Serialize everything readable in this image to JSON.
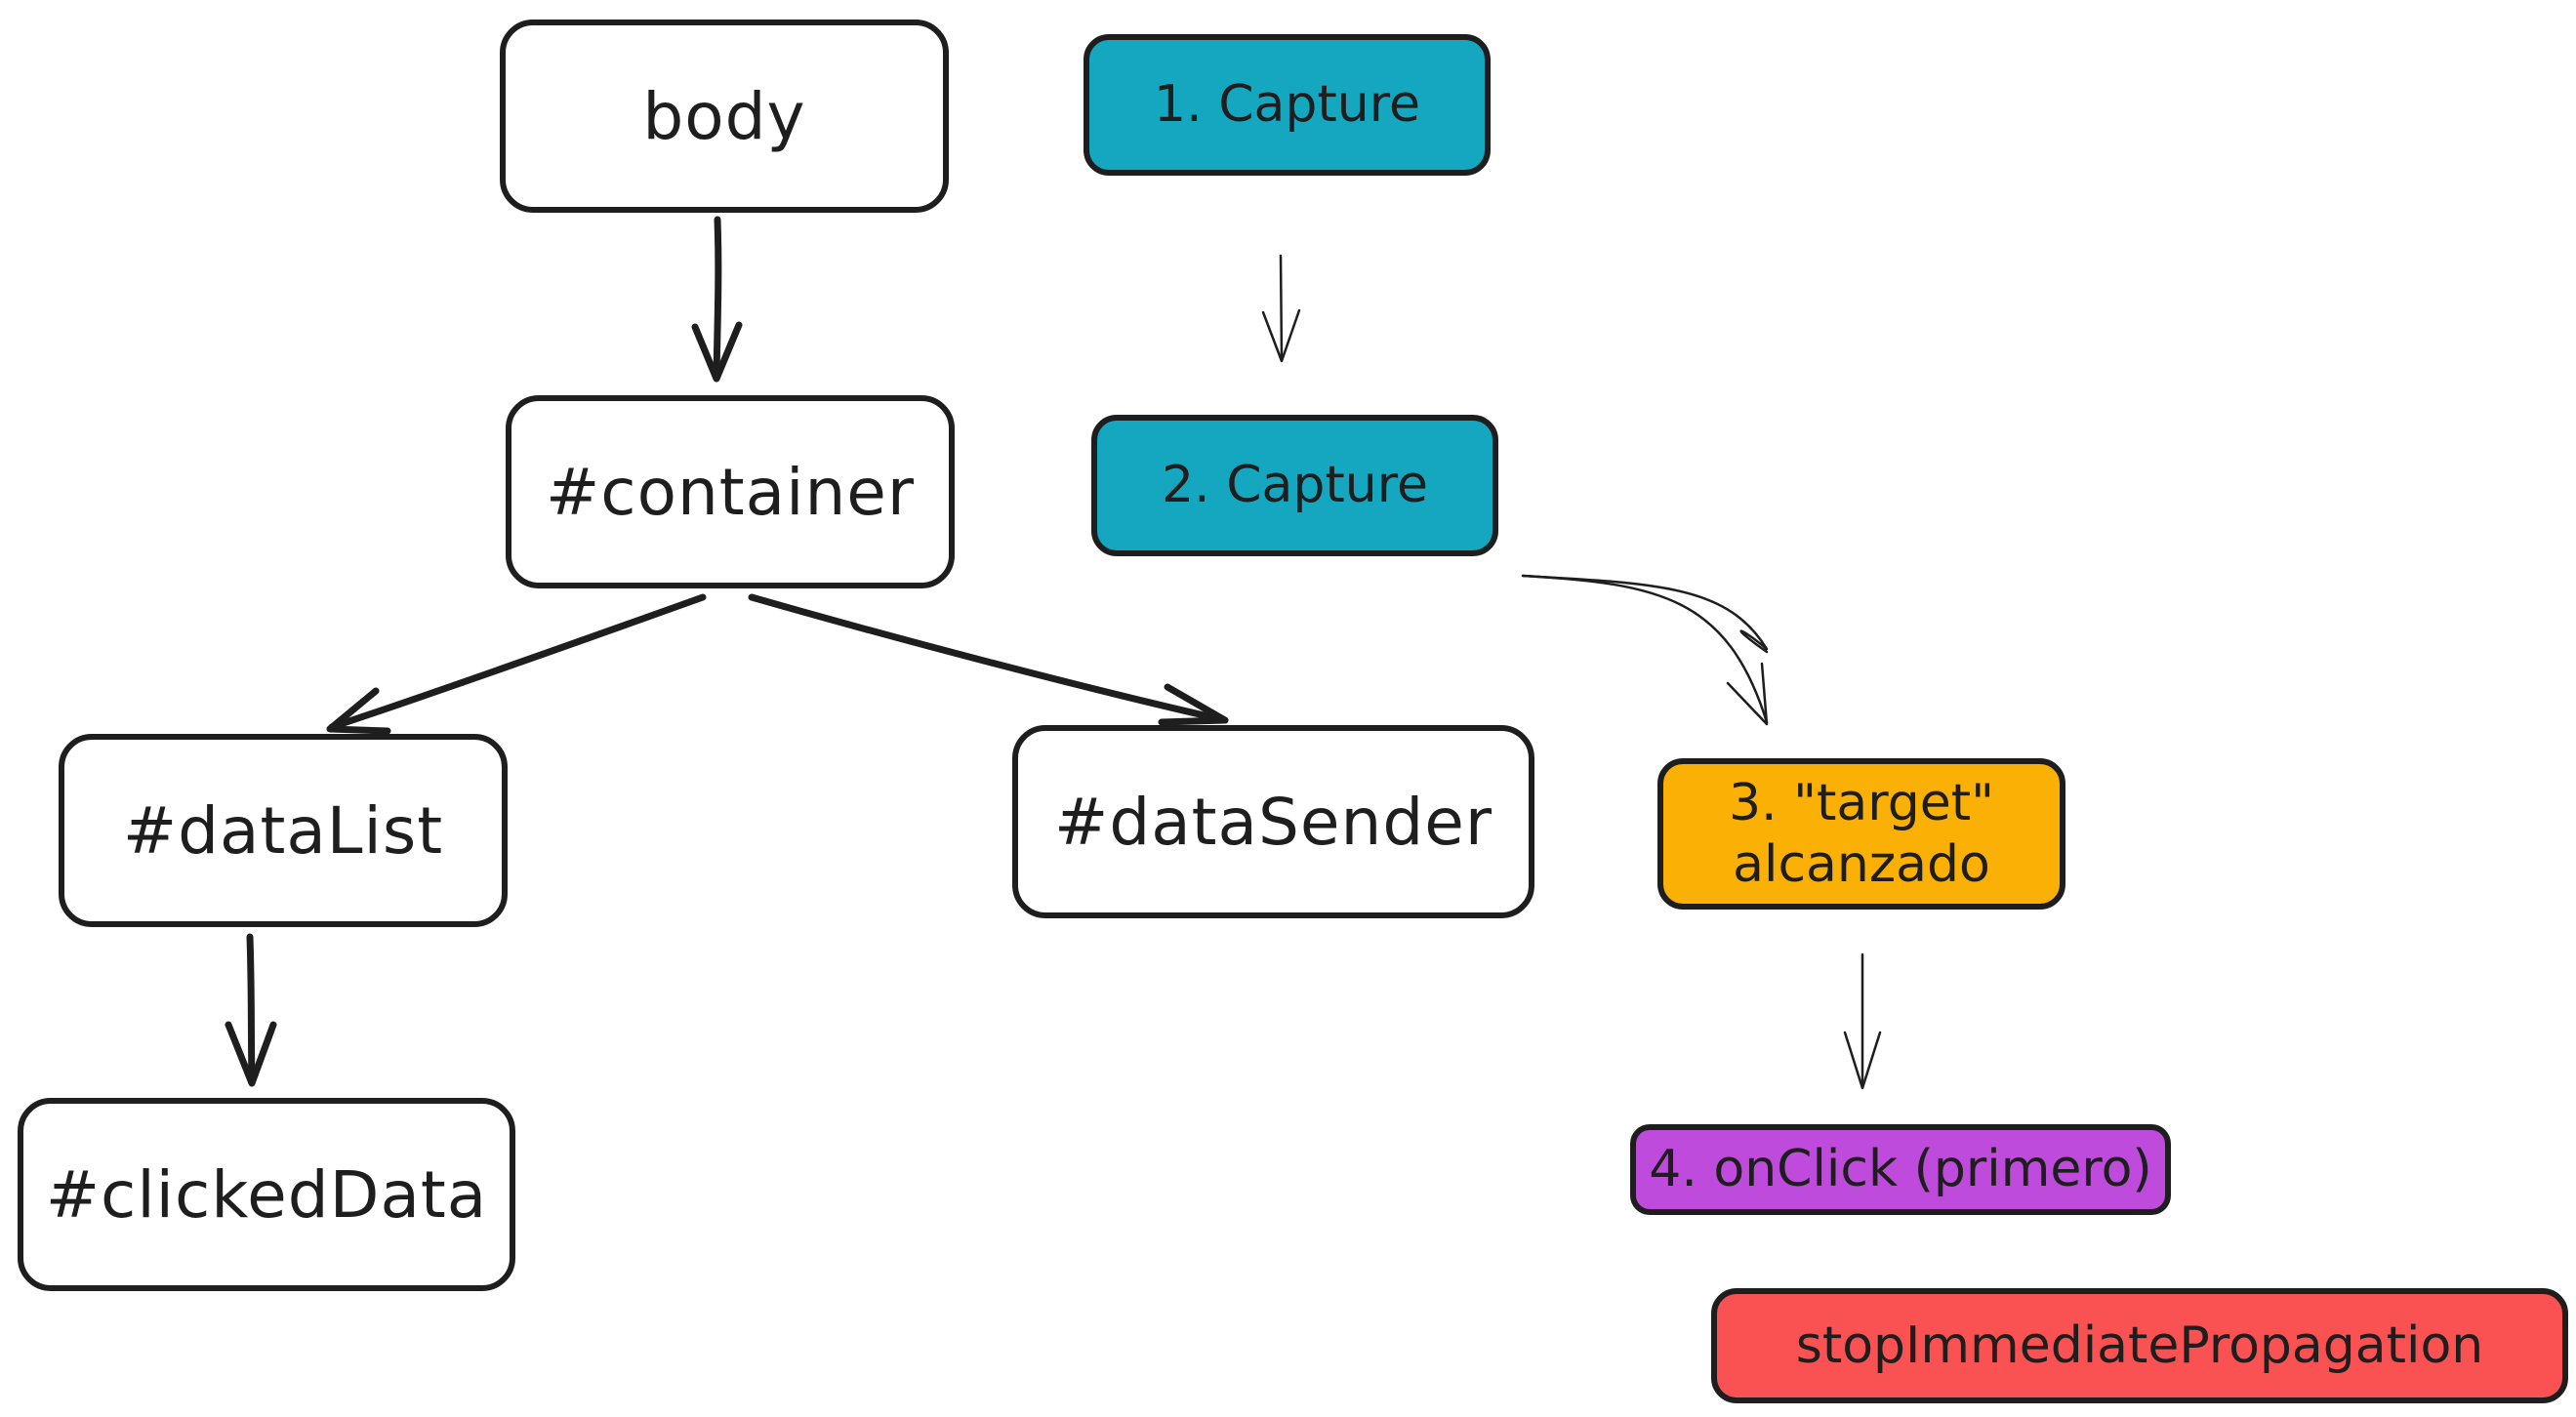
{
  "tree": {
    "body": "body",
    "container": "#container",
    "data_list": "#dataList",
    "data_sender": "#dataSender",
    "clicked_data": "#clickedData"
  },
  "steps": {
    "capture_1": "1. Capture",
    "capture_2": "2. Capture",
    "target_reached": "3. \"target\"\nalcanzado",
    "on_click": "4. onClick (primero)",
    "stop": "stopImmediatePropagation"
  },
  "colors": {
    "capture": "#15a7c0",
    "target": "#fab005",
    "on_click": "#be4bdb",
    "stop": "#fa5252",
    "stroke": "#1e1e1e",
    "node_fill": "#ffffff"
  }
}
